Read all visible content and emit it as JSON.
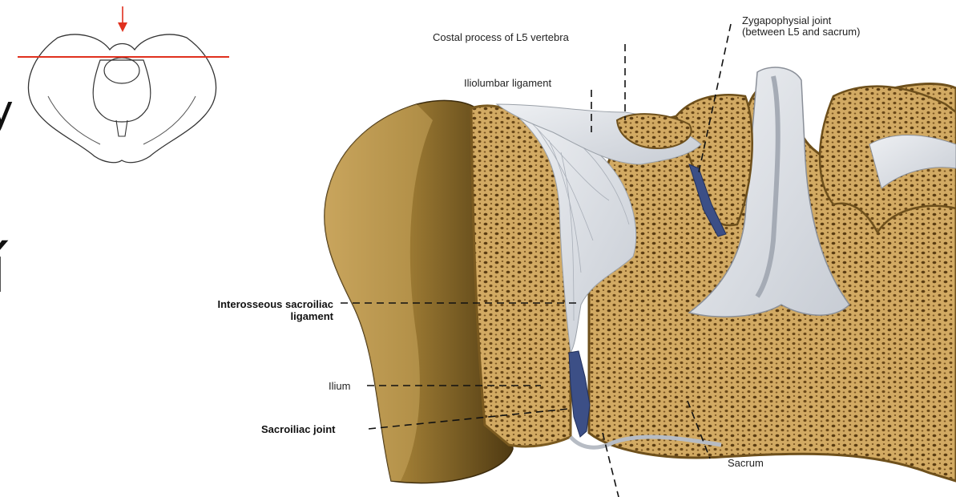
{
  "labels": {
    "zygapophysial_line1": "Zygapophysial joint",
    "zygapophysial_line2": "(between L5 and sacrum)",
    "costal_process": "Costal process of L5 vertebra",
    "iliolumbar": "Iliolumbar ligament",
    "interosseous_line1": "Interosseous sacroiliac",
    "interosseous_line2": "ligament",
    "ilium": "Ilium",
    "sacroiliac_joint": "Sacroiliac joint",
    "sacrum": "Sacrum"
  },
  "edge_glyphs": {
    "upper": "y",
    "lower": "í"
  },
  "colors": {
    "bone_surface": "#8a6a2a",
    "cancellous_bone": "#c9a25a",
    "ligament": "#d9dde3",
    "joint_space": "#3c4f86",
    "section_marker": "#e0301e",
    "leader_line": "#111111"
  }
}
